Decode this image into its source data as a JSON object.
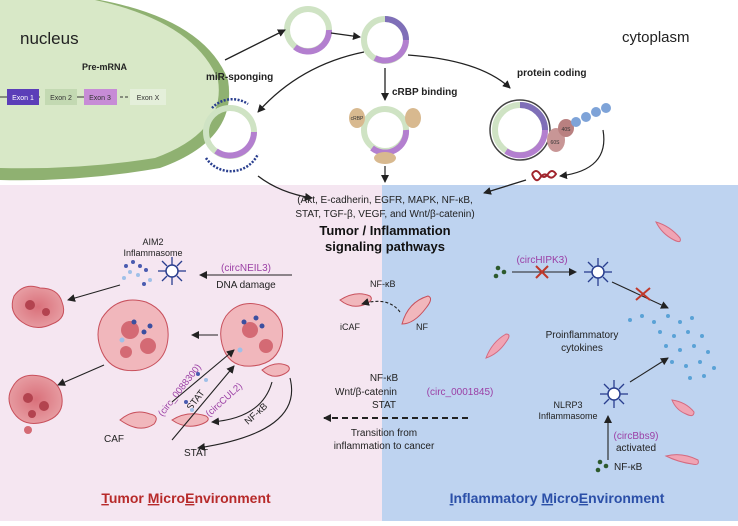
{
  "top": {
    "nucleus": "nucleus",
    "cytoplasm": "cytoplasm",
    "pre_mrna": "Pre-mRNA",
    "exons": [
      "Exon 1",
      "Exon 2",
      "Exon 3",
      "Exon X"
    ],
    "mechanisms": {
      "mir": "miR-sponging",
      "crbp": "cRBP binding",
      "protein": "protein coding"
    },
    "crbp_label": "cRBP",
    "ribosome_labels": [
      "60S",
      "40S"
    ]
  },
  "pathways": {
    "line1": "(Akt, E-cadherin, EGFR, MAPK, NF-κB,",
    "line2": "STAT, TGF-β, VEGF, and Wnt/β-catenin)",
    "title1": "Tumor / Inflammation",
    "title2": "signaling pathways"
  },
  "tme": {
    "aim2_1": "AIM2",
    "aim2_2": "Inflammasome",
    "circneil3": "(circNEIL3)",
    "dna_damage": "DNA damage",
    "circ_0088300": "(circ_0088300)",
    "stat_a": "STAT",
    "circcul2": "(circCUL2)",
    "nfkb_a": "NF-κB",
    "caf": "CAF",
    "stat_b": "STAT",
    "icaf": "iCAF",
    "nfkb_top": "NF-κB",
    "nf": "NF",
    "title_parts": [
      "T",
      "umor ",
      "M",
      "icro",
      "E",
      "nvironment"
    ]
  },
  "ime": {
    "circhipk3": "(circHIPK3)",
    "proinfl1": "Proinflammatory",
    "proinfl2": "cytokines",
    "nlrp3_1": "NLRP3",
    "nlrp3_2": "Inflammasome",
    "circbbs9": "(circBbs9)",
    "activated": "activated",
    "nfkb": "NF-κB",
    "title_parts": [
      "I",
      "nflammatory ",
      "M",
      "icro",
      "E",
      "nvironment"
    ]
  },
  "transition": {
    "nfkb": "NF-κB",
    "wnt": "Wnt/β-catenin",
    "circ_0001845": "(circ_0001845)",
    "stat": "STAT",
    "trans1": "Transition from",
    "trans2": "inflammation to cancer"
  },
  "colors": {
    "tme_bg": "#f5e6f1",
    "ime_bg": "#bed3f0",
    "purple_text": "#9b3fa5",
    "tme_title": "#b72a2a",
    "ime_title": "#2b4fa8",
    "circ_green": "#cfe3c4",
    "circ_purple": "#b37fcf"
  }
}
